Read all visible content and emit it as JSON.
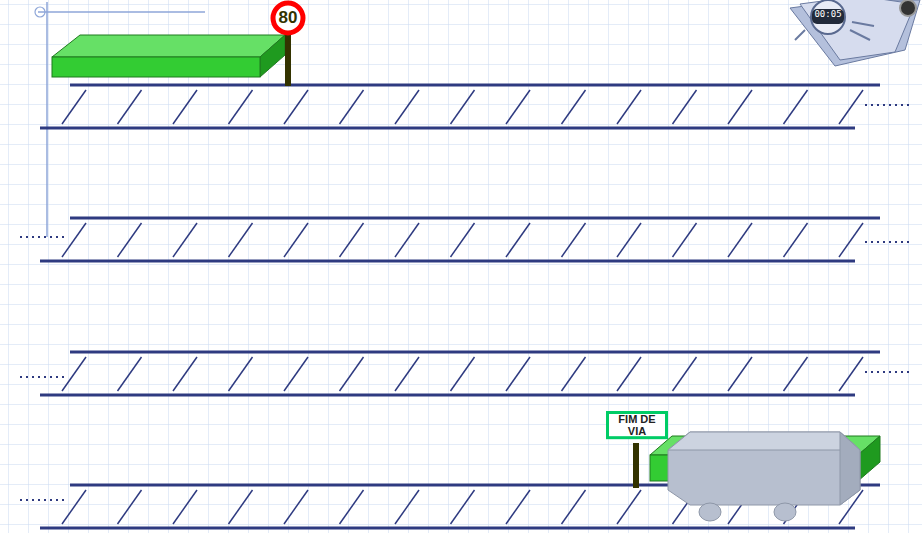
{
  "diagram": {
    "nodes": [
      {
        "text": [
          "80"
        ]
      },
      {
        "text": [
          "FIM DE VIA"
        ]
      }
    ],
    "labels": [
      "00:05"
    ]
  }
}
